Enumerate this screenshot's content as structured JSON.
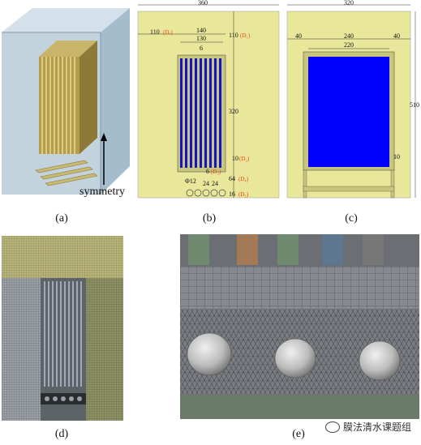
{
  "panel_a": {
    "label": "symmetry",
    "caption": "(a)"
  },
  "panel_b": {
    "caption": "(b)",
    "dims": {
      "total_width": "360",
      "left": "110",
      "left_tag": "(Dₓ)",
      "top": "110",
      "top_tag": "(D₁)",
      "w140": "140",
      "w130": "130",
      "w6": "6",
      "h320": "320",
      "gap6": "6",
      "gap6_tag": "(D₃)",
      "h64": "64",
      "h64_tag": "(D₄)",
      "h16": "16",
      "h16_tag": "(D₅)",
      "phi": "Φ12",
      "p24a": "24",
      "p24b": "24",
      "small": "10",
      "small_tag": "(D₂)"
    }
  },
  "panel_c": {
    "caption": "(c)",
    "dims": {
      "total_width": "320",
      "left": "40",
      "w240": "240",
      "right": "40",
      "w220": "220",
      "h510": "510",
      "h10": "10"
    }
  },
  "panel_d": {
    "caption": "(d)"
  },
  "panel_e": {
    "caption": "(e)"
  },
  "watermark": "膜法清水课题组",
  "colors": {
    "yellow": "#e9e79a",
    "blue": "#0000ff",
    "mesh_gray": "#8a8c8e"
  }
}
